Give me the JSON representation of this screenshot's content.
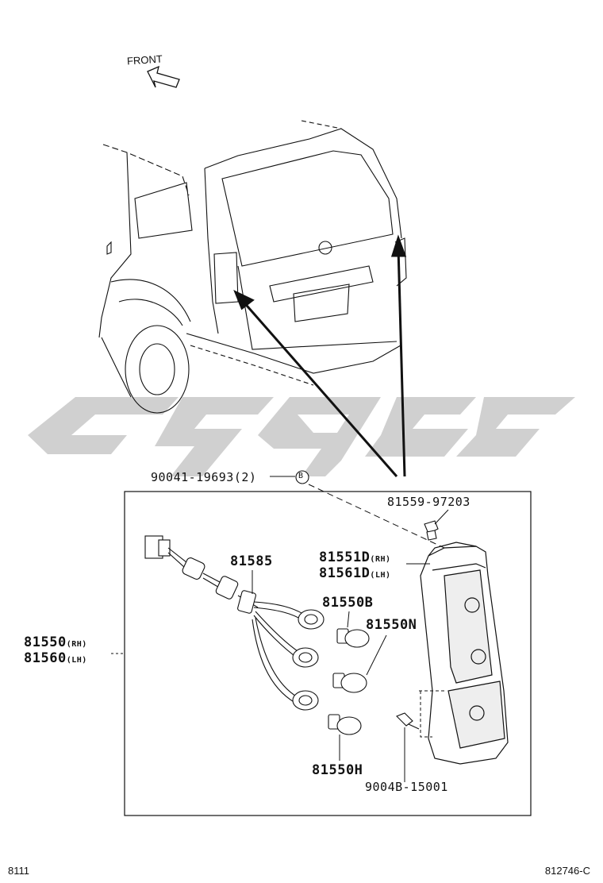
{
  "diagram": {
    "front_label": "FRONT",
    "parts": {
      "p1": {
        "code": "90041-19693",
        "qty": "(2)",
        "ref": "B"
      },
      "p2": {
        "code": "81559-97203"
      },
      "p3": {
        "code": "81551D",
        "side": "(RH)"
      },
      "p4": {
        "code": "81561D",
        "side": "(LH)"
      },
      "p5": {
        "code": "81585"
      },
      "p6": {
        "code": "81550B"
      },
      "p7": {
        "code": "81550N"
      },
      "p8": {
        "code": "81550",
        "side": "(RH)"
      },
      "p9": {
        "code": "81560",
        "side": "(LH)"
      },
      "p10": {
        "code": "81550H"
      },
      "p11": {
        "code": "9004B-15001"
      }
    },
    "footer": {
      "left": "8111",
      "right": "812746-C"
    }
  }
}
